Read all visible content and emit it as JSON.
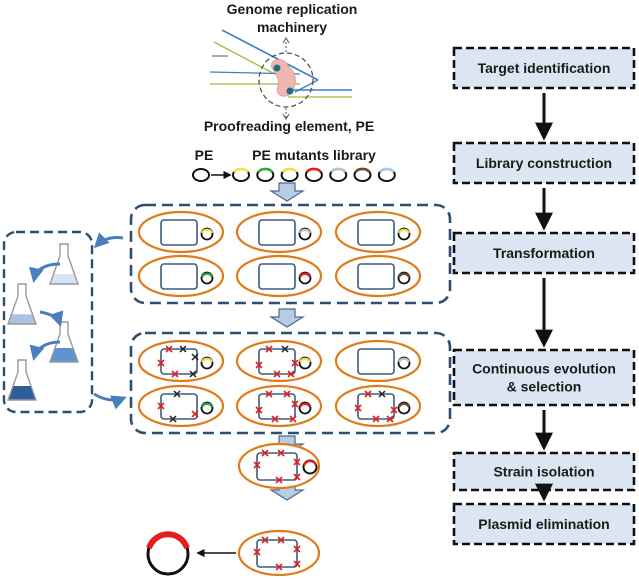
{
  "header": {
    "machinery_label_1": "Genome replication",
    "machinery_label_2": "machinery",
    "pe_label": "Proofreading element, PE",
    "pe_short": "PE",
    "library_label": "PE mutants library"
  },
  "steps": [
    {
      "label_1": "Target identification",
      "label_2": ""
    },
    {
      "label_1": "Library construction",
      "label_2": ""
    },
    {
      "label_1": "Transformation",
      "label_2": ""
    },
    {
      "label_1": "Continuous evolution",
      "label_2": "& selection"
    },
    {
      "label_1": "Strain isolation",
      "label_2": ""
    },
    {
      "label_1": "Plasmid elimination",
      "label_2": ""
    }
  ],
  "colors": {
    "library_plasmids": [
      "#f2e24a",
      "#2ea84a",
      "#f2e24a",
      "#e02020",
      "#c0c0c0",
      "#6a4a2a",
      "#a9c7ea"
    ],
    "transformation_plasmids": [
      "#f2e24a",
      "#c0c0c0",
      "#f2e24a",
      "#2ea84a",
      "#e02020",
      "#6a4a2a"
    ],
    "evolution_plasmids": [
      "#f2e24a",
      "#f2e24a",
      "#c0c0c0",
      "#2ea84a",
      "#e02020",
      "#6a4a2a"
    ],
    "accent_red": "#e02020",
    "cell_outline": "#e07b1a",
    "step_fill": "#dce6f2"
  },
  "icons": {
    "replication": "replication-fork-icon",
    "flask": "flask-icon",
    "cell": "bacterial-cell-icon",
    "plasmid": "plasmid-icon"
  }
}
